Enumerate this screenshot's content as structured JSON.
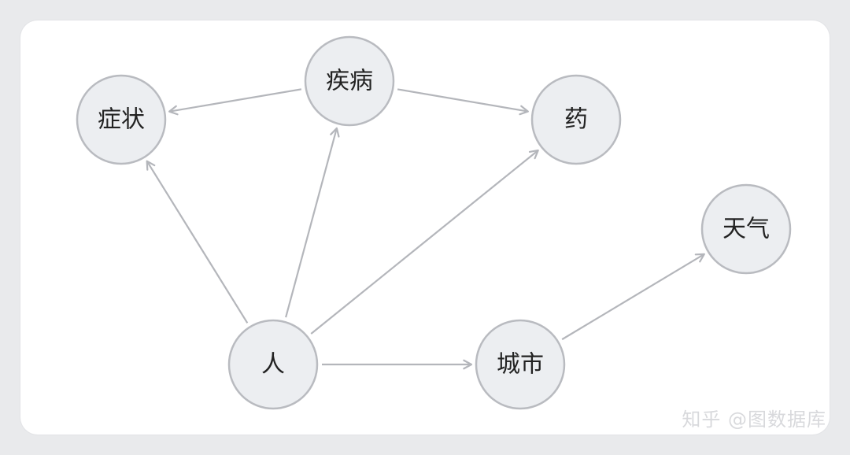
{
  "nodes": [
    {
      "id": "symptom",
      "label": "症状"
    },
    {
      "id": "disease",
      "label": "疾病"
    },
    {
      "id": "drug",
      "label": "药"
    },
    {
      "id": "weather",
      "label": "天气"
    },
    {
      "id": "person",
      "label": "人"
    },
    {
      "id": "city",
      "label": "城市"
    }
  ],
  "edges": [
    {
      "from": "disease",
      "to": "symptom"
    },
    {
      "from": "disease",
      "to": "drug"
    },
    {
      "from": "person",
      "to": "symptom"
    },
    {
      "from": "person",
      "to": "disease"
    },
    {
      "from": "person",
      "to": "drug"
    },
    {
      "from": "person",
      "to": "city"
    },
    {
      "from": "city",
      "to": "weather"
    }
  ],
  "colors": {
    "node_fill": "#eceef1",
    "node_stroke": "#b9bbc0",
    "edge": "#b4b6bb",
    "card": "#ffffff",
    "background": "#e9eaec"
  },
  "watermark": "知乎 @图数据库"
}
